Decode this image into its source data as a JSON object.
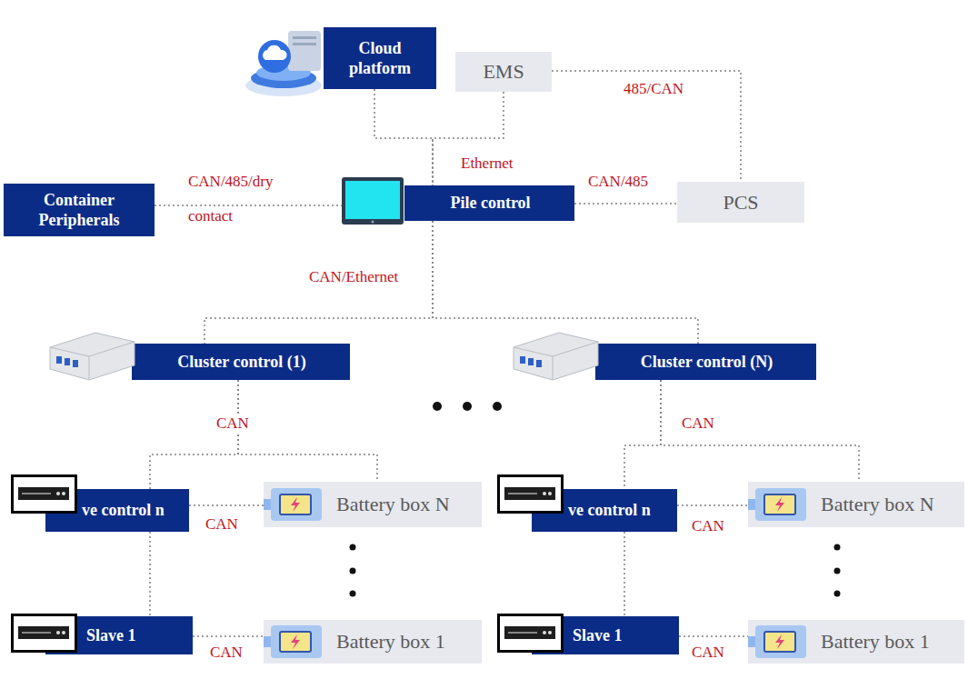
{
  "diagram": {
    "nodes": [
      {
        "text": [
          "Cloud platform"
        ]
      },
      {
        "text": [
          "EMS"
        ]
      },
      {
        "text": [
          "Pile control"
        ]
      },
      {
        "text": [
          "Container Peripherals"
        ]
      },
      {
        "text": [
          "PCS"
        ]
      },
      {
        "text": [
          "Cluster control (1)"
        ]
      },
      {
        "text": [
          "Cluster control (N)"
        ]
      },
      {
        "text": [
          "ve control n"
        ]
      },
      {
        "text": [
          "Battery box N"
        ]
      },
      {
        "text": [
          "Slave 1"
        ]
      },
      {
        "text": [
          "Battery box 1"
        ]
      },
      {
        "text": [
          "ve control n"
        ]
      },
      {
        "text": [
          "Battery box N"
        ]
      },
      {
        "text": [
          "Slave 1"
        ]
      },
      {
        "text": [
          "Battery box 1"
        ]
      }
    ],
    "edges": [
      {
        "from": 0,
        "to": 2,
        "arrow": "none",
        "label": "Ethernet"
      },
      {
        "from": 1,
        "to": 2,
        "arrow": "none"
      },
      {
        "from": 1,
        "to": 4,
        "arrow": "none",
        "label": "485/CAN"
      },
      {
        "from": 3,
        "to": 2,
        "arrow": "none",
        "label": "CAN/485/dry contact"
      },
      {
        "from": 2,
        "to": 4,
        "arrow": "none",
        "label": "CAN/485"
      },
      {
        "from": 2,
        "to": 5,
        "arrow": "none",
        "label": "CAN/Ethernet"
      },
      {
        "from": 2,
        "to": 6,
        "arrow": "none"
      },
      {
        "from": 5,
        "to": 7,
        "arrow": "none",
        "label": "CAN"
      },
      {
        "from": 5,
        "to": 8,
        "arrow": "none"
      },
      {
        "from": 6,
        "to": 11,
        "arrow": "none",
        "label": "CAN"
      },
      {
        "from": 6,
        "to": 12,
        "arrow": "none"
      },
      {
        "from": 7,
        "to": 8,
        "arrow": "none",
        "label": "CAN"
      },
      {
        "from": 7,
        "to": 9,
        "arrow": "none"
      },
      {
        "from": 9,
        "to": 10,
        "arrow": "none",
        "label": "CAN"
      },
      {
        "from": 11,
        "to": 12,
        "arrow": "none",
        "label": "CAN"
      },
      {
        "from": 11,
        "to": 13,
        "arrow": "none"
      },
      {
        "from": 13,
        "to": 14,
        "arrow": "none",
        "label": "CAN"
      }
    ]
  }
}
